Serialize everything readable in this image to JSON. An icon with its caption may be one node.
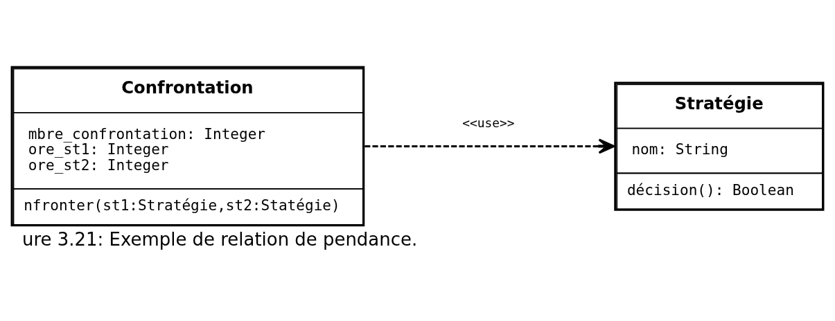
{
  "diagram": {
    "caption": "ure 3.21: Exemple de relation de pendance.",
    "nodes": [
      {
        "text": [
          "Confrontation",
          "mbre_confrontation: Integer",
          "ore_st1: Integer",
          "ore_st2: Integer",
          "nfronter(st1:Stratégie,st2:Statégie)"
        ]
      },
      {
        "text": [
          "Stratégie",
          "nom: String",
          "décision(): Boolean"
        ]
      }
    ],
    "edges": [
      {
        "from": 0,
        "to": 1,
        "arrow": "to",
        "style": "dashed",
        "label": "<<use>>"
      }
    ]
  }
}
